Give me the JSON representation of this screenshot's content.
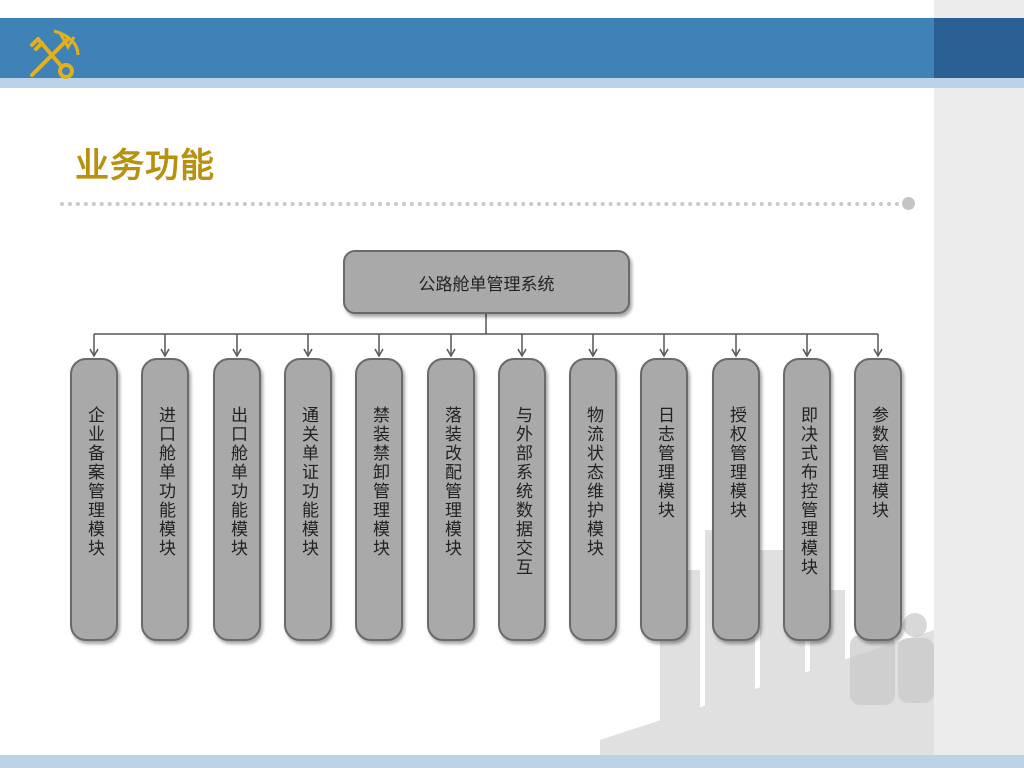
{
  "slide": {
    "title": "业务功能"
  },
  "diagram": {
    "root": "公路舱单管理系统",
    "children": [
      "企业备案管理模块",
      "进口舱单功能模块",
      "出口舱单功能模块",
      "通关单证功能模块",
      "禁装禁卸管理模块",
      "落装改配管理模块",
      "与外部系统数据交互",
      "物流状态维护模块",
      "日志管理模块",
      "授权管理模块",
      "即决式布控管理模块",
      "参数管理模块"
    ]
  },
  "colors": {
    "header_blue": "#3f82b6",
    "header_dark_blue": "#2a5f94",
    "stripe_light_blue": "#bcd2e6",
    "title_gold": "#b8920e",
    "node_gray": "#a9a9a9",
    "node_border": "#6a6a6a"
  },
  "icons": {
    "logo": "customs-emblem-icon"
  }
}
